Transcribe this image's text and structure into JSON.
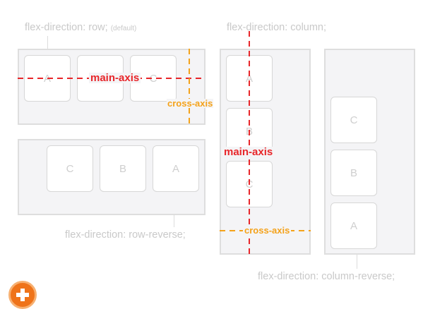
{
  "labels": {
    "row": "flex-direction: row;",
    "row_default": "(default)",
    "column": "flex-direction: column;",
    "row_reverse": "flex-direction: row-reverse;",
    "column_reverse": "flex-direction: column-reverse;"
  },
  "axes": {
    "main": "main-axis",
    "cross": "cross-axis"
  },
  "items": {
    "a": "A",
    "b": "B",
    "c": "C"
  },
  "colors": {
    "main_axis": "#e8262a",
    "cross_axis": "#f4a21a",
    "logo": "#ef7319"
  }
}
